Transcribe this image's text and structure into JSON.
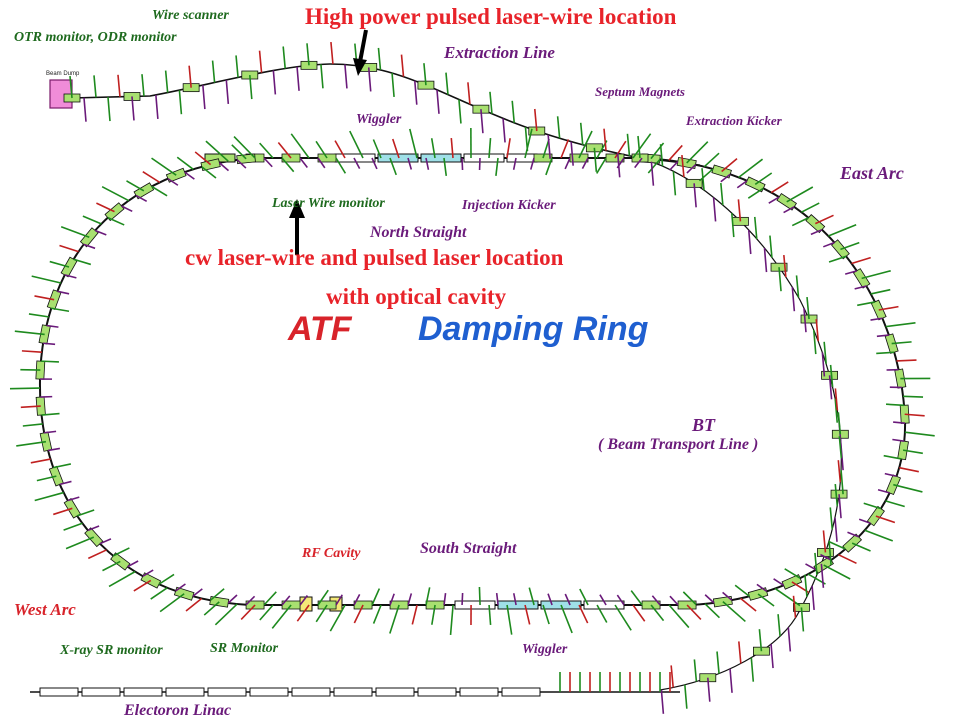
{
  "labels": {
    "wire_scanner": "Wire scanner",
    "otr_monitor": "OTR monitor, ODR monitor",
    "extraction_line": "Extraction Line",
    "septum_magnets": "Septum Magnets",
    "extraction_kicker": "Extraction Kicker",
    "wiggler_north": "Wiggler",
    "east_arc": "East Arc",
    "laser_wire_monitor": "Laser Wire monitor",
    "injection_kicker": "Injection Kicker",
    "north_straight": "North Straight",
    "bt": "BT",
    "bt_full": "( Beam  Transport Line )",
    "rf_cavity": "RF Cavity",
    "south_straight": "South Straight",
    "west_arc": "West Arc",
    "xray_monitor": "X-ray SR monitor",
    "sr_monitor": "SR Monitor",
    "wiggler_south": "Wiggler",
    "electron_linac": "Electoron Linac",
    "beam_dump": "Beam Dump"
  },
  "annotations": {
    "high_power": "High power pulsed laser-wire location",
    "cw_line1": "cw laser-wire and pulsed laser location",
    "cw_line2": "with optical cavity"
  },
  "title": {
    "atf": "ATF",
    "damping_ring": "Damping Ring"
  },
  "colors": {
    "annotation_red": "#e8232a",
    "label_purple": "#6a1a7a",
    "label_green": "#1e6a1e",
    "title_red": "#d8232a",
    "title_blue": "#1f5fd0",
    "magnet_green": "#a8e070",
    "cavity_cyan": "#9fe0e8",
    "dump_pink": "#f08cd8"
  }
}
